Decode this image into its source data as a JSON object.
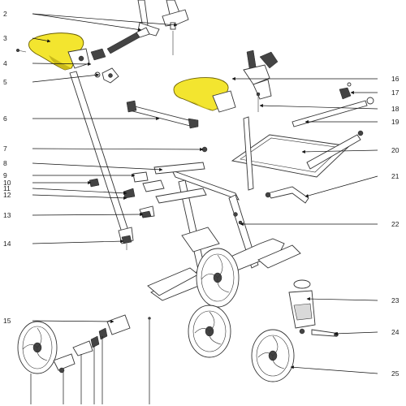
{
  "diagram": {
    "highlight_color": "#f3e52f",
    "callouts": [
      {
        "id": "c2",
        "label": "2"
      },
      {
        "id": "c3",
        "label": "3"
      },
      {
        "id": "c4",
        "label": "4"
      },
      {
        "id": "c5",
        "label": "5"
      },
      {
        "id": "c6",
        "label": "6"
      },
      {
        "id": "c7",
        "label": "7"
      },
      {
        "id": "c8",
        "label": "8"
      },
      {
        "id": "c9",
        "label": "9"
      },
      {
        "id": "c10",
        "label": "10"
      },
      {
        "id": "c11",
        "label": "11"
      },
      {
        "id": "c12",
        "label": "12"
      },
      {
        "id": "c13",
        "label": "13"
      },
      {
        "id": "c14",
        "label": "14"
      },
      {
        "id": "c15",
        "label": "15"
      },
      {
        "id": "c16",
        "label": "16"
      },
      {
        "id": "c17",
        "label": "17"
      },
      {
        "id": "c18",
        "label": "18"
      },
      {
        "id": "c19",
        "label": "19"
      },
      {
        "id": "c20",
        "label": "20"
      },
      {
        "id": "c21",
        "label": "21"
      },
      {
        "id": "c22",
        "label": "22"
      },
      {
        "id": "c23",
        "label": "23"
      },
      {
        "id": "c24",
        "label": "24"
      },
      {
        "id": "c25",
        "label": "25"
      }
    ]
  }
}
